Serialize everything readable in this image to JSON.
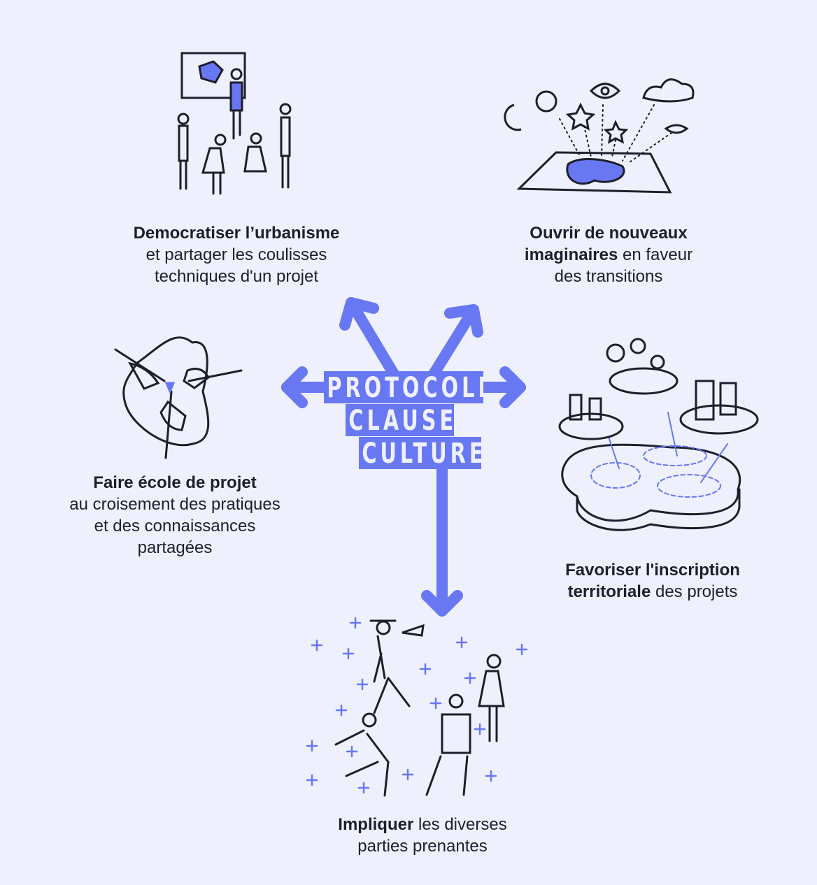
{
  "title": {
    "lines": [
      "PROTOCOLE",
      "CLAUSE",
      "CULTURE"
    ]
  },
  "colors": {
    "accent": "#6877f2",
    "background": "#eef0fd",
    "text": "#1e1e2c"
  },
  "items": [
    {
      "id": "urbanisme",
      "lines": [
        {
          "bold": "Democratiser l’urbanisme",
          "regular": ""
        },
        {
          "bold": "",
          "regular": "et partager les coulisses"
        },
        {
          "bold": "",
          "regular": "techniques d'un projet"
        }
      ]
    },
    {
      "id": "imaginaires",
      "lines": [
        {
          "bold": "Ouvrir de nouveaux",
          "regular": ""
        },
        {
          "bold": "imaginaires",
          "regular": " en faveur"
        },
        {
          "bold": "",
          "regular": "des transitions"
        }
      ]
    },
    {
      "id": "ecole",
      "lines": [
        {
          "bold": "Faire école de projet",
          "regular": ""
        },
        {
          "bold": "",
          "regular": "au croisement des pratiques"
        },
        {
          "bold": "",
          "regular": "et des connaissances"
        },
        {
          "bold": "",
          "regular": "partagées"
        }
      ]
    },
    {
      "id": "territoire",
      "lines": [
        {
          "bold": "Favoriser l'inscription",
          "regular": ""
        },
        {
          "bold": "territoriale",
          "regular": " des projets"
        }
      ]
    },
    {
      "id": "parties",
      "lines": [
        {
          "bold": "Impliquer",
          "regular": " les diverses"
        },
        {
          "bold": "",
          "regular": "parties prenantes"
        }
      ]
    }
  ]
}
